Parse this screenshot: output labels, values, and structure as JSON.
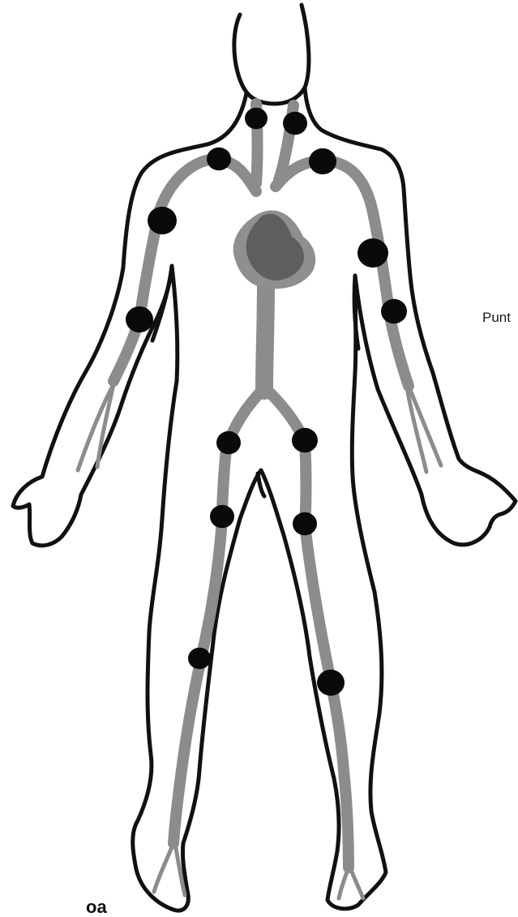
{
  "labels": {
    "side": "Punt",
    "corner": "oa"
  },
  "colors": {
    "outline": "#111111",
    "vessel": "#8c8c8c",
    "heart": "#5e5e5e",
    "heart_halo": "#8f8f8f",
    "point": "#0a0a0a"
  },
  "points": [
    {
      "name": "neck-left"
    },
    {
      "name": "neck-right"
    },
    {
      "name": "shoulder-left"
    },
    {
      "name": "shoulder-right"
    },
    {
      "name": "upper-arm-left"
    },
    {
      "name": "upper-arm-right"
    },
    {
      "name": "elbow-left"
    },
    {
      "name": "elbow-right"
    },
    {
      "name": "groin-left"
    },
    {
      "name": "groin-right"
    },
    {
      "name": "thigh-left"
    },
    {
      "name": "thigh-right"
    },
    {
      "name": "knee-left"
    },
    {
      "name": "knee-right"
    }
  ]
}
